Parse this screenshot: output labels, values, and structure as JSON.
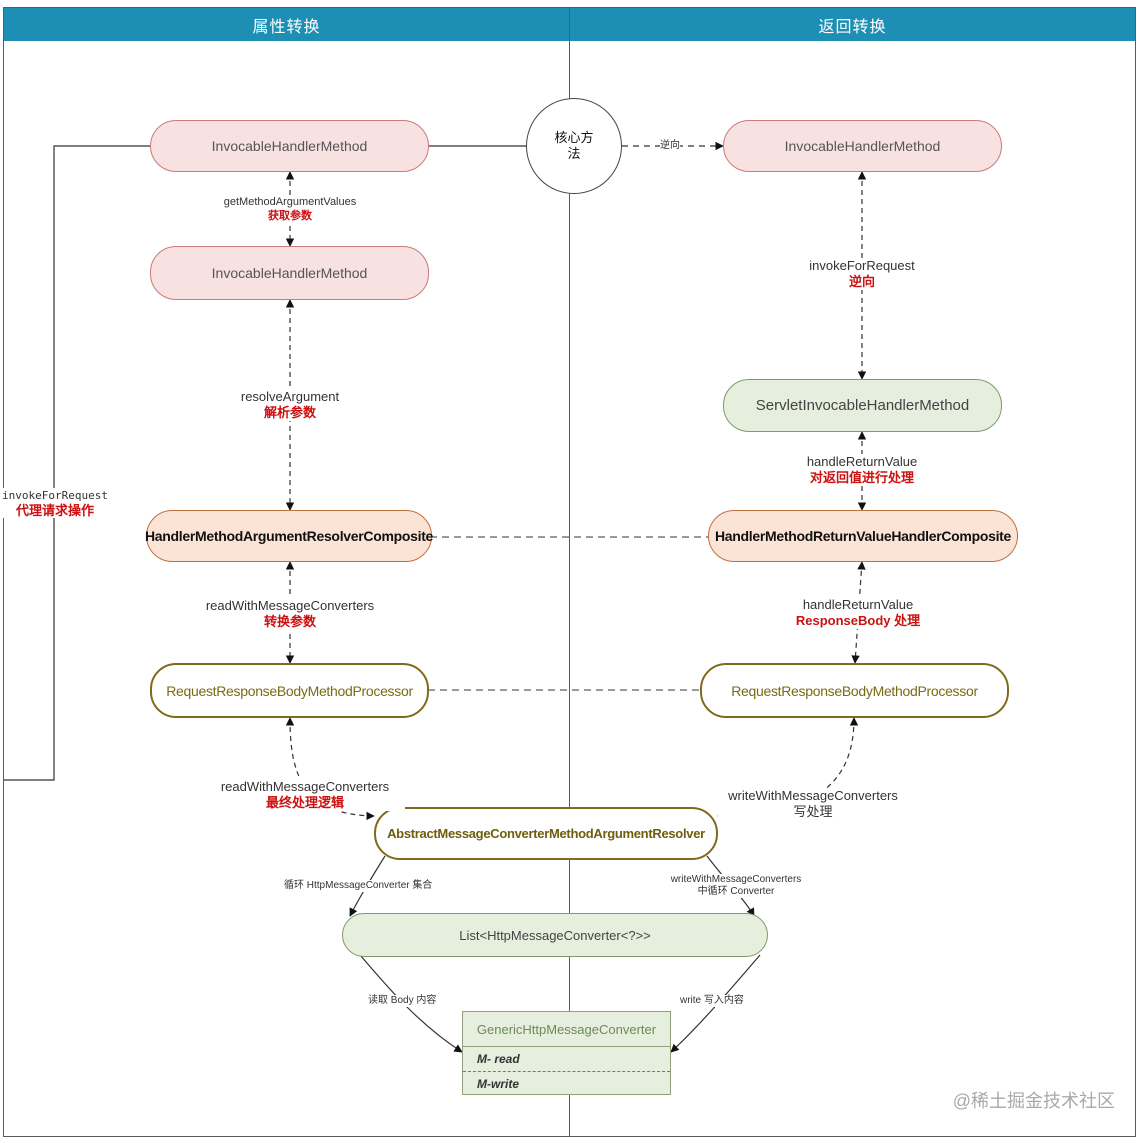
{
  "lanes": {
    "left_title": "属性转换",
    "right_title": "返回转换"
  },
  "center_node": {
    "label": "核心方法"
  },
  "nodes": {
    "left_invocable_top": "InvocableHandlerMethod",
    "left_invocable_mid": "InvocableHandlerMethod",
    "left_resolver_composite": "HandlerMethodArgumentResolverComposite",
    "left_processor": "RequestResponseBodyMethodProcessor",
    "right_invocable": "InvocableHandlerMethod",
    "right_servlet_invocable": "ServletInvocableHandlerMethod",
    "right_return_composite": "HandlerMethodReturnValueHandlerComposite",
    "right_processor": "RequestResponseBodyMethodProcessor",
    "abstract_resolver": "AbstractMessageConverterMethodArgumentResolver",
    "converter_list": "List<HttpMessageConverter<?>>"
  },
  "class_box": {
    "title": "GenericHttpMessageConverter",
    "methods": [
      "M- read",
      "M-write"
    ]
  },
  "edge_labels": {
    "reverse": "逆向",
    "get_args": {
      "method": "getMethodArgumentValues",
      "note": "获取参数"
    },
    "resolve_arg": {
      "method": "resolveArgument",
      "note": "解析参数"
    },
    "read_convert": {
      "method": "readWithMessageConverters",
      "note": "转换参数"
    },
    "read_final": {
      "method": "readWithMessageConverters",
      "note": "最终处理逻辑"
    },
    "invoke_left": {
      "method": "invokeForRequest",
      "note": "代理请求操作"
    },
    "invoke_right": {
      "method": "invokeForRequest",
      "note": "逆向"
    },
    "handle_return": {
      "method": "handleReturnValue",
      "note": "对返回值进行处理"
    },
    "handle_body": {
      "method": "handleReturnValue",
      "note": "ResponseBody 处理"
    },
    "write_convert": {
      "method": "writeWithMessageConverters",
      "note": "写处理"
    },
    "loop_read": "循环 HttpMessageConverter 集合",
    "loop_write_1": "writeWithMessageConverters",
    "loop_write_2": "中循环 Converter",
    "read_body": "读取 Body 内容",
    "write_body": "write 写入内容"
  },
  "watermark": "@稀土掘金技术社区",
  "colors": {
    "header": "#1e8fb4",
    "pink_fill": "#f8e1e1",
    "green_fill": "#e6eedd",
    "orange_fill": "#fbe4d6",
    "olive_border": "#7f6a1d",
    "note_red": "#cc1111"
  }
}
